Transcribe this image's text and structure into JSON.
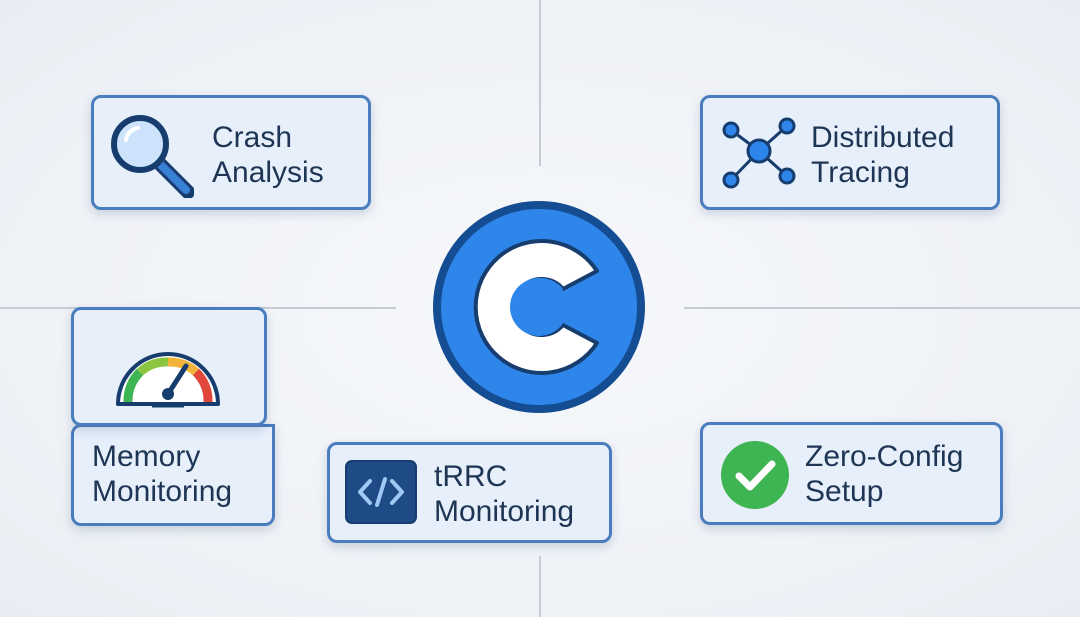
{
  "logo": {
    "icon": "c-logo-icon",
    "color": "#2e86ea",
    "ring_color": "#154d93"
  },
  "features": {
    "crash": {
      "line1": "Crash",
      "line2": "Analysis",
      "icon": "magnifier-icon"
    },
    "tracing": {
      "line1": "Distributed",
      "line2": "Tracing",
      "icon": "network-nodes-icon"
    },
    "memory": {
      "line1": "Memory",
      "line2": "Monitoring",
      "icon": "gauge-icon"
    },
    "trrc": {
      "line1": "tRRC",
      "line2": "Monitoring",
      "icon": "code-icon"
    },
    "zeroconfig": {
      "line1": "Zero-Config",
      "line2": "Setup",
      "icon": "checkmark-icon"
    }
  },
  "colors": {
    "card_border": "#4a7dbe",
    "card_fill": "#e6effa",
    "text": "#1e3554",
    "check_green": "#3fb452",
    "code_box": "#1e4a86"
  }
}
